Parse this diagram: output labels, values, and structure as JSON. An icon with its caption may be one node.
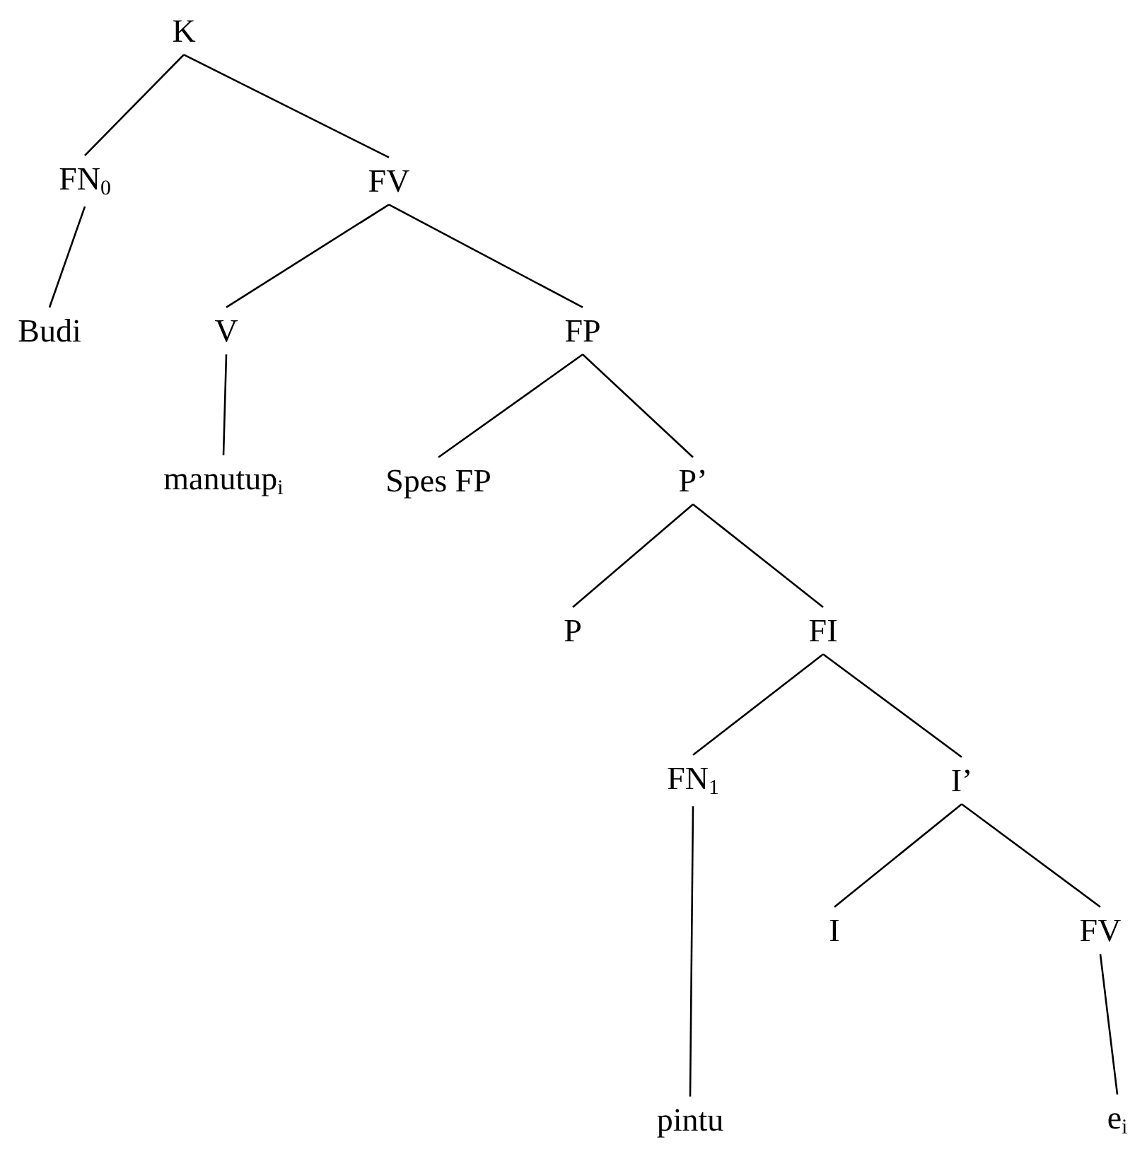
{
  "diagram": {
    "nodes": [
      {
        "text": [
          "K"
        ]
      },
      {
        "text": [
          "FN$_{0}$"
        ]
      },
      {
        "text": [
          "FV"
        ]
      },
      {
        "text": [
          "Budi"
        ]
      },
      {
        "text": [
          "V"
        ]
      },
      {
        "text": [
          "FP"
        ]
      },
      {
        "text": [
          "manutup$_{i}$"
        ]
      },
      {
        "text": [
          "Spes FP"
        ]
      },
      {
        "text": [
          "P’"
        ]
      },
      {
        "text": [
          "P"
        ]
      },
      {
        "text": [
          "FI"
        ]
      },
      {
        "text": [
          "FN$_{1}$"
        ]
      },
      {
        "text": [
          "I’"
        ]
      },
      {
        "text": [
          "I"
        ]
      },
      {
        "text": [
          "FV"
        ]
      },
      {
        "text": [
          "pintu"
        ]
      },
      {
        "text": [
          "e$_{i}$"
        ]
      }
    ],
    "edges": [
      {
        "from": 0,
        "to": 1,
        "arrow": "none"
      },
      {
        "from": 0,
        "to": 2,
        "arrow": "none"
      },
      {
        "from": 1,
        "to": 3,
        "arrow": "none"
      },
      {
        "from": 2,
        "to": 4,
        "arrow": "none"
      },
      {
        "from": 2,
        "to": 5,
        "arrow": "none"
      },
      {
        "from": 4,
        "to": 6,
        "arrow": "none"
      },
      {
        "from": 5,
        "to": 7,
        "arrow": "none"
      },
      {
        "from": 5,
        "to": 8,
        "arrow": "none"
      },
      {
        "from": 8,
        "to": 9,
        "arrow": "none"
      },
      {
        "from": 8,
        "to": 10,
        "arrow": "none"
      },
      {
        "from": 10,
        "to": 11,
        "arrow": "none"
      },
      {
        "from": 10,
        "to": 12,
        "arrow": "none"
      },
      {
        "from": 11,
        "to": 15,
        "arrow": "none"
      },
      {
        "from": 12,
        "to": 13,
        "arrow": "none"
      },
      {
        "from": 12,
        "to": 14,
        "arrow": "none"
      },
      {
        "from": 14,
        "to": 16,
        "arrow": "none"
      }
    ]
  }
}
